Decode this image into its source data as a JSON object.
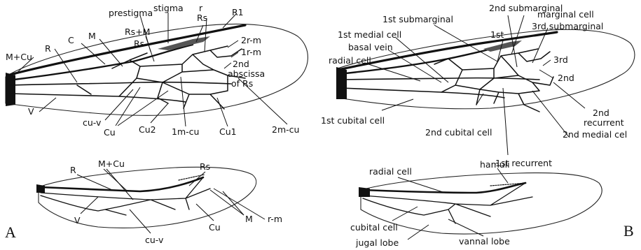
{
  "panels": [
    {
      "letter": "A",
      "forewing_labels": [
        "M+Cu",
        "R",
        "C",
        "M",
        "prestigma",
        "Rs+M",
        "Rs",
        "stigma",
        "r",
        "Rs",
        "R1",
        "2r-m",
        "1r-m",
        "2nd",
        "abscissa",
        "of Rs",
        "V",
        "cu-v",
        "Cu",
        "Cu2",
        "1m-cu",
        "Cu1",
        "2m-cu"
      ],
      "hindwing_labels": [
        "R",
        "M+Cu",
        "Rs",
        "r-m",
        "V",
        "cu-v",
        "Cu",
        "M"
      ]
    },
    {
      "letter": "B",
      "forewing_labels": [
        "2nd submarginal",
        "1st submarginal",
        "marginal cell",
        "1st medial cell",
        "1st",
        "3rd submarginal",
        "basal vein",
        "radial cell",
        "3rd",
        "2nd",
        "1st cubital cell",
        "2nd cubital cell",
        "1st recurrent",
        "2nd",
        "recurrent",
        "2nd medial cel"
      ],
      "hindwing_labels": [
        "radial cell",
        "hamuli",
        "cubital cell",
        "jugal lobe",
        "vannal lobe"
      ]
    }
  ]
}
